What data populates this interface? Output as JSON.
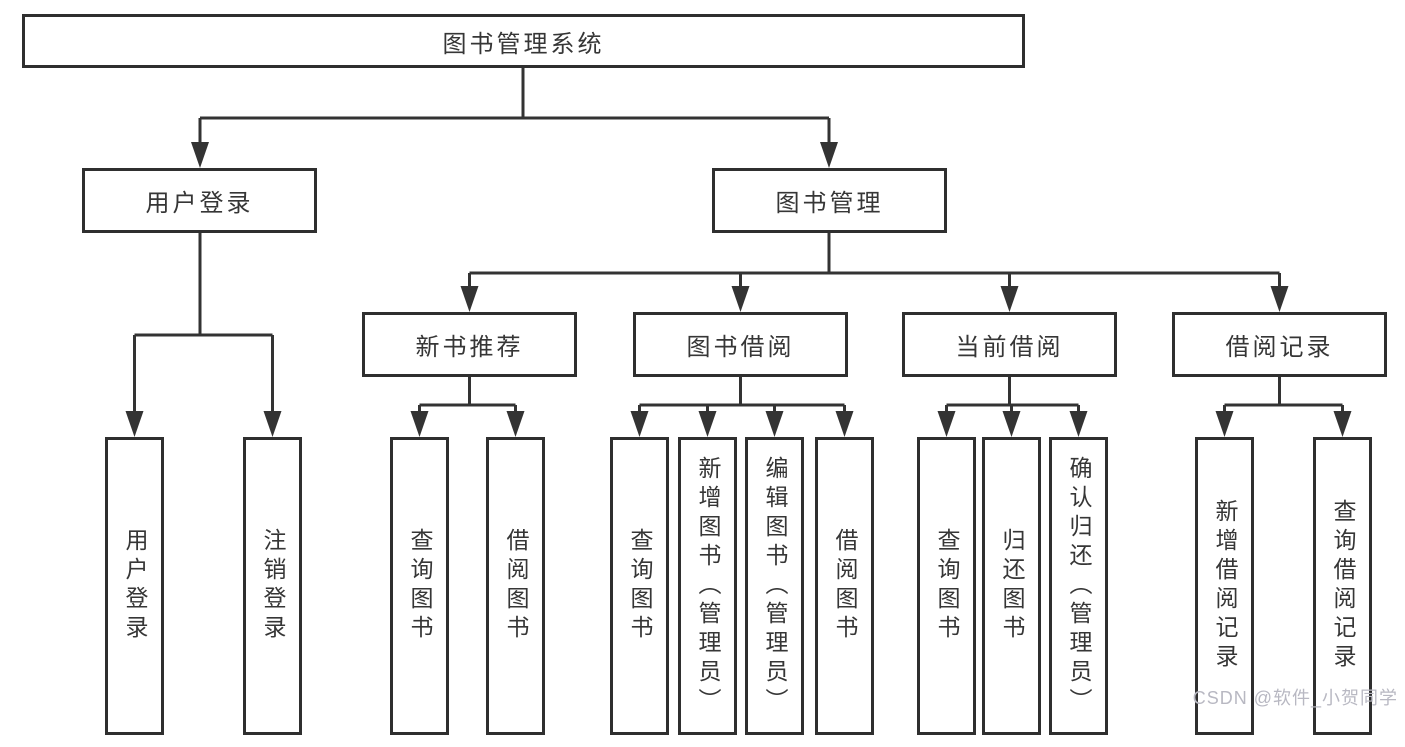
{
  "diagram": {
    "title": "图书管理系统",
    "level2": {
      "user_login": "用户登录",
      "book_mgmt": "图书管理"
    },
    "level3": {
      "new_books": "新书推荐",
      "book_borrow": "图书借阅",
      "current_borrow": "当前借阅",
      "borrow_records": "借阅记录"
    },
    "leaves": {
      "user_login": [
        "用户登录",
        "注销登录"
      ],
      "new_books": [
        "查询图书",
        "借阅图书"
      ],
      "book_borrow": [
        "查询图书",
        "新增图书（管理员）",
        "编辑图书（管理员）",
        "借阅图书"
      ],
      "current_borrow": [
        "查询图书",
        "归还图书",
        "确认归还（管理员）"
      ],
      "borrow_records": [
        "新增借阅记录",
        "查询借阅记录"
      ]
    }
  },
  "watermark": {
    "text": "CSDN @软件_小贺同学",
    "color": "#b8b8c2"
  },
  "colors": {
    "line": "#333333",
    "box_border": "#2f2f2f",
    "text": "#363636",
    "background": "#ffffff"
  }
}
